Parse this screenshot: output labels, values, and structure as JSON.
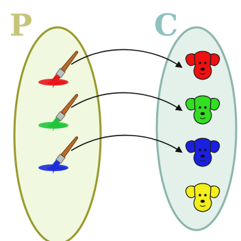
{
  "sets": {
    "p": {
      "label": "P",
      "label_color": "#c5c57a",
      "fill": "#f1f8e0",
      "stroke": "#9a9a2c"
    },
    "c": {
      "label": "C",
      "label_color": "#8fc2bf",
      "fill": "#e3f1ea",
      "stroke": "#8cb5ad"
    }
  },
  "brushes": [
    {
      "paint_color": "#e8161b",
      "name": "red"
    },
    {
      "paint_color": "#21c53a",
      "name": "green"
    },
    {
      "paint_color": "#1c2ed8",
      "name": "blue"
    }
  ],
  "dogs": [
    {
      "color": "#ee1111",
      "name": "red"
    },
    {
      "color": "#33dd22",
      "name": "green"
    },
    {
      "color": "#1a20e0",
      "name": "blue"
    },
    {
      "color": "#f4ee1a",
      "name": "yellow"
    }
  ],
  "mapping": [
    {
      "from": "red",
      "to": "red"
    },
    {
      "from": "green",
      "to": "green"
    },
    {
      "from": "blue",
      "to": "blue"
    }
  ]
}
